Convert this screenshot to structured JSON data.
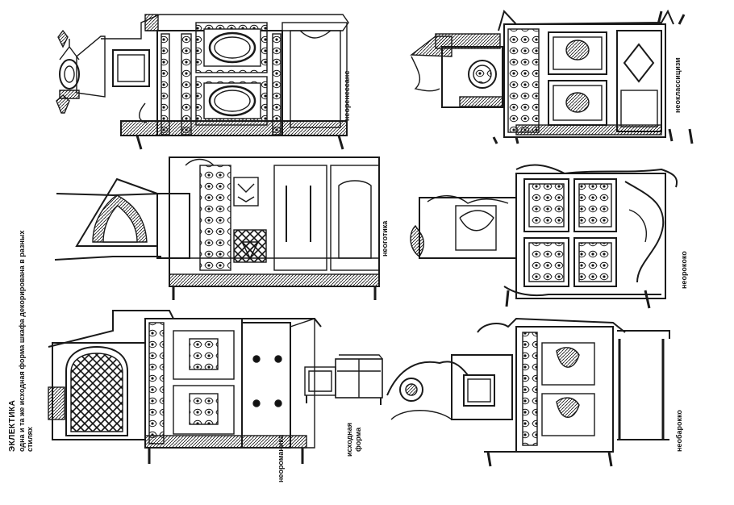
{
  "caption": {
    "title": "ЭКЛЕКТИКА",
    "line1": "одна и та же исходная форма шкафа декорирована в разных",
    "line2": "стилях"
  },
  "labels": {
    "neorenaissance": "неоренессанс",
    "neoclassicism": "неоклассицизм",
    "neogothic": "неоготика",
    "neorococo": "неорококо",
    "neoromanesque": "неороманика",
    "original_form_1": "исходная",
    "original_form_2": "форма",
    "neobaroque": "необарокко"
  }
}
